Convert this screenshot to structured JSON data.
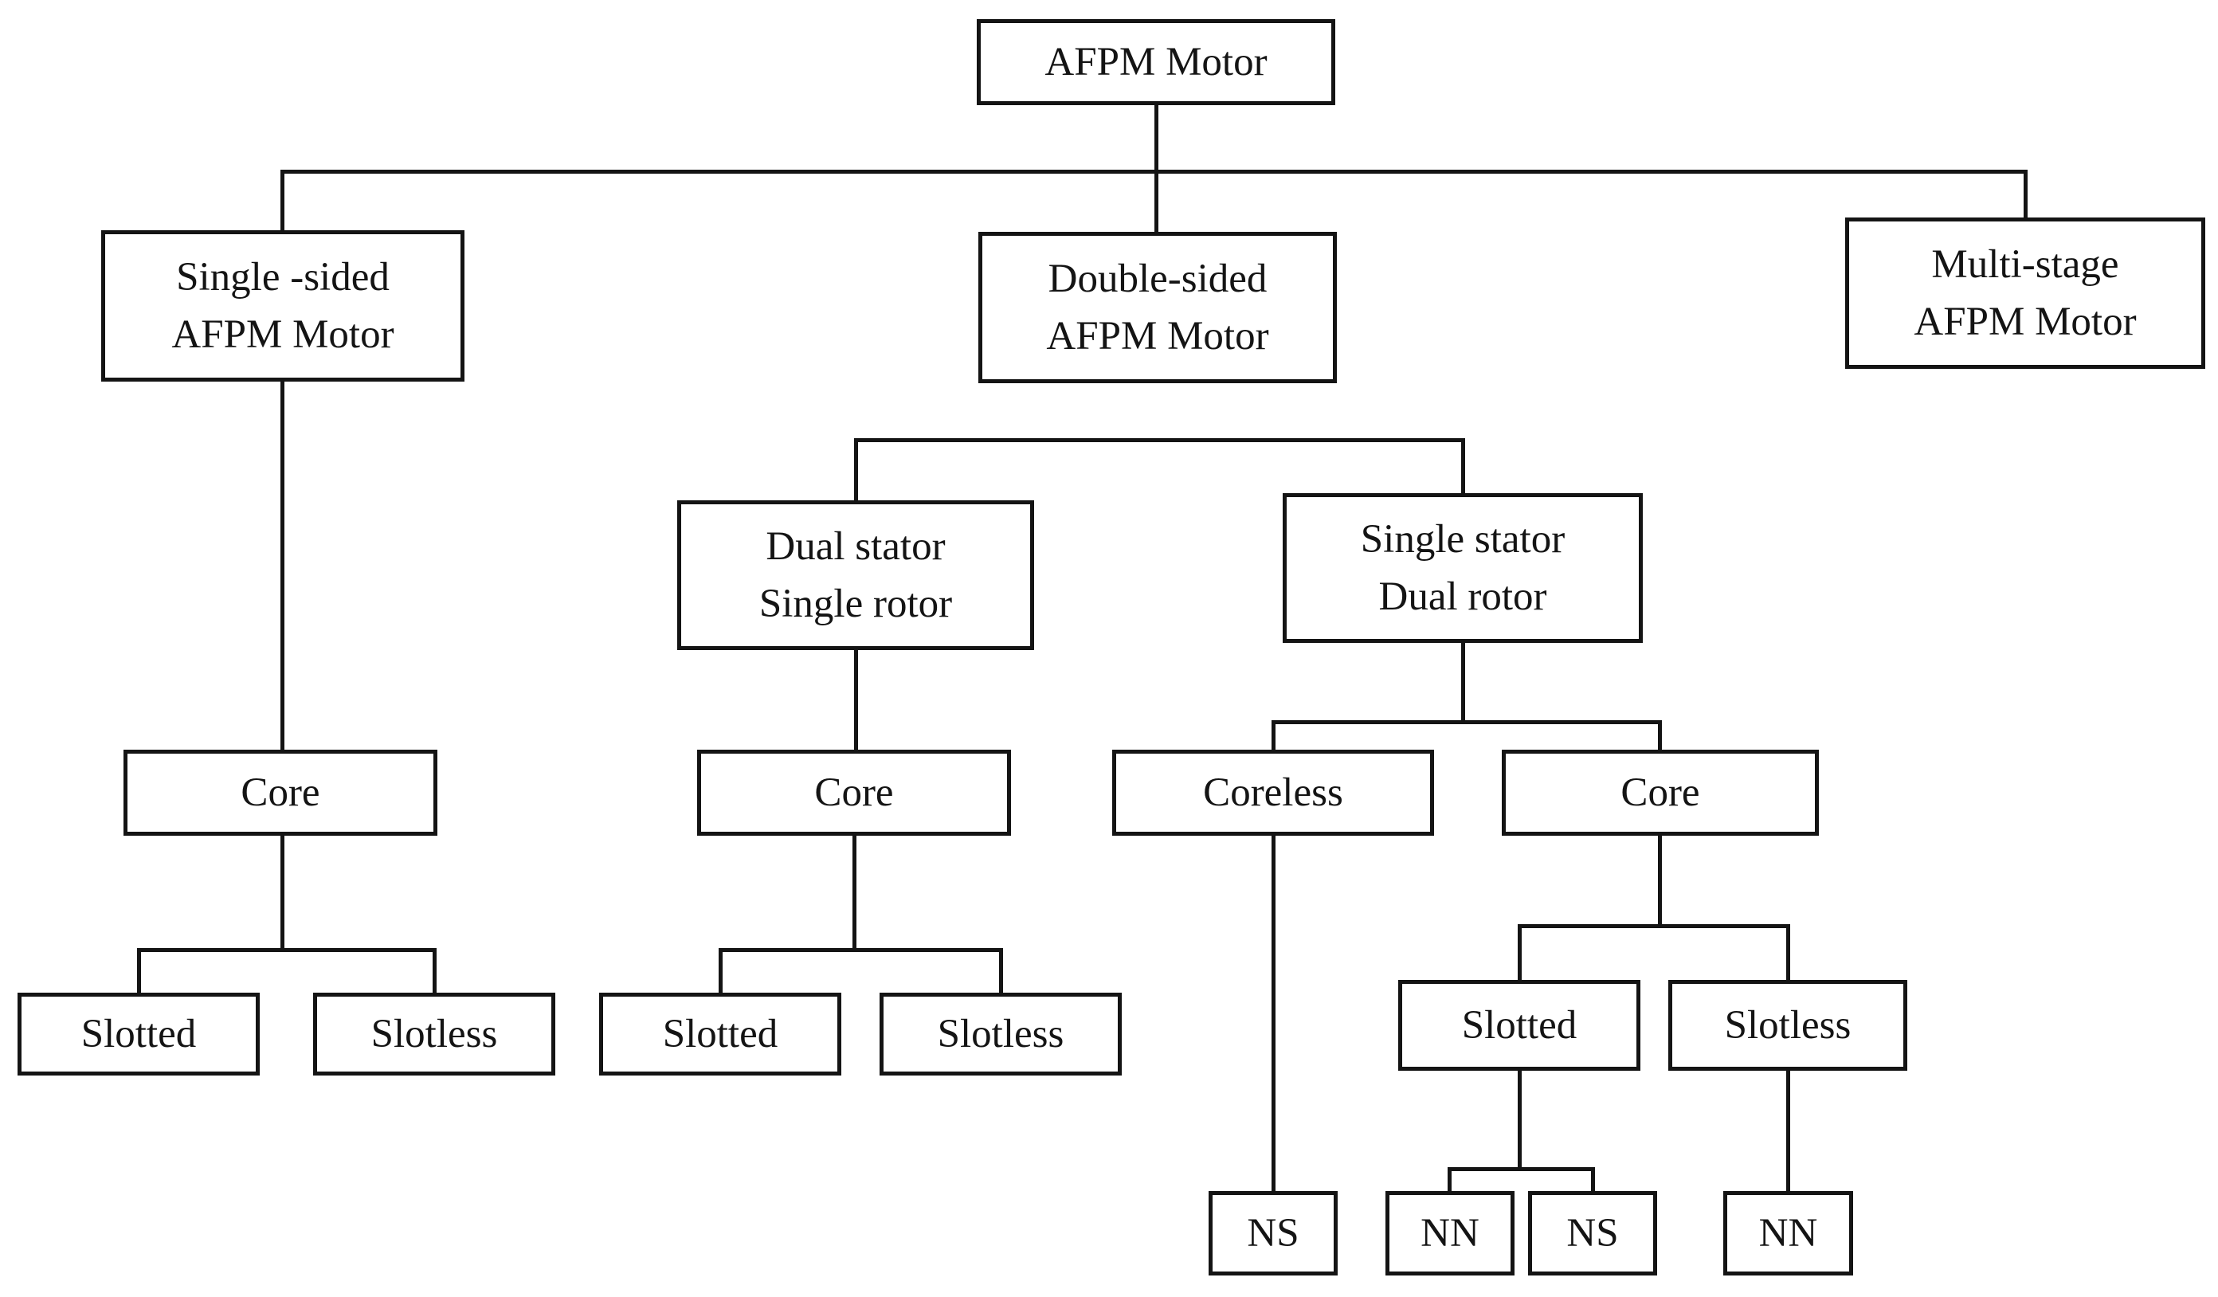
{
  "diagram": {
    "type": "tree",
    "title": "AFPM Motor classification",
    "nodes": {
      "root": "AFPM Motor",
      "single_sided": "Single -sided\nAFPM Motor",
      "double_sided": "Double-sided\nAFPM Motor",
      "multi_stage": "Multi-stage\nAFPM Motor",
      "dual_stator": "Dual stator\nSingle rotor",
      "single_stator": "Single stator\nDual rotor",
      "core_left": "Core",
      "core_mid": "Core",
      "coreless": "Coreless",
      "core_right": "Core",
      "slotted_left": "Slotted",
      "slotless_left": "Slotless",
      "slotted_mid": "Slotted",
      "slotless_mid": "Slotless",
      "slotted_right": "Slotted",
      "slotless_right": "Slotless",
      "ns_coreless": "NS",
      "nn_slotted": "NN",
      "ns_slotted": "NS",
      "nn_slotless": "NN"
    },
    "edges": [
      [
        "root",
        "single_sided"
      ],
      [
        "root",
        "double_sided"
      ],
      [
        "root",
        "multi_stage"
      ],
      [
        "single_sided",
        "core_left"
      ],
      [
        "core_left",
        "slotted_left"
      ],
      [
        "core_left",
        "slotless_left"
      ],
      [
        "double_sided",
        "dual_stator"
      ],
      [
        "double_sided",
        "single_stator"
      ],
      [
        "dual_stator",
        "core_mid"
      ],
      [
        "core_mid",
        "slotted_mid"
      ],
      [
        "core_mid",
        "slotless_mid"
      ],
      [
        "single_stator",
        "coreless"
      ],
      [
        "single_stator",
        "core_right"
      ],
      [
        "coreless",
        "ns_coreless"
      ],
      [
        "core_right",
        "slotted_right"
      ],
      [
        "core_right",
        "slotless_right"
      ],
      [
        "slotted_right",
        "nn_slotted"
      ],
      [
        "slotted_right",
        "ns_slotted"
      ],
      [
        "slotless_right",
        "nn_slotless"
      ]
    ],
    "colors": {
      "line": "#141414",
      "box_border": "#141414",
      "box_fill": "#ffffff",
      "text": "#141414",
      "background": "#ffffff"
    }
  }
}
